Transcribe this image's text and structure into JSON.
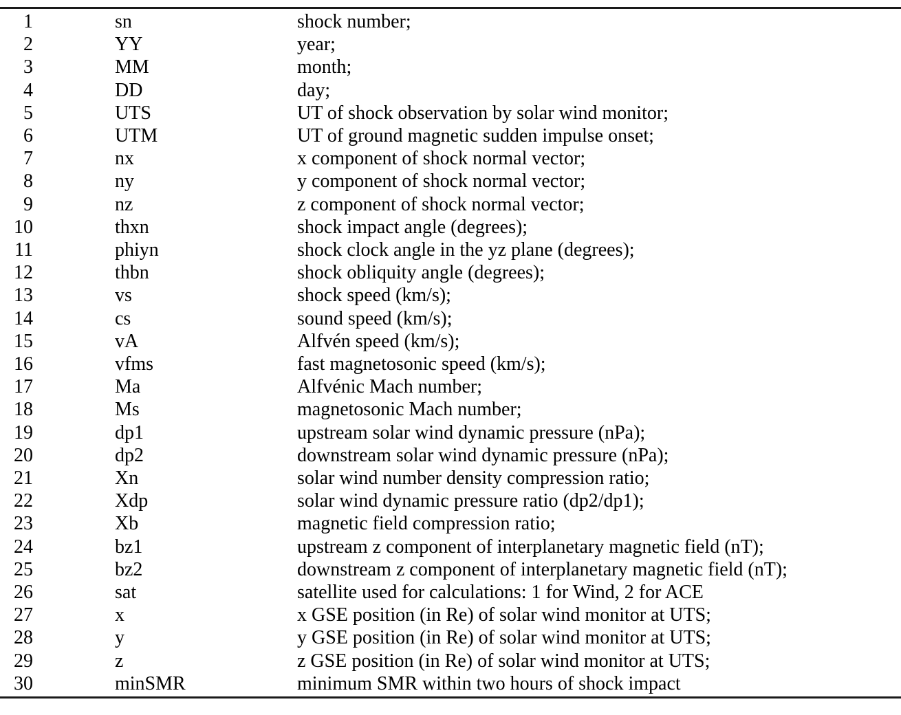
{
  "table": {
    "rows": [
      {
        "num": "1",
        "name": "sn",
        "desc": "shock number;"
      },
      {
        "num": "2",
        "name": "YY",
        "desc": "year;"
      },
      {
        "num": "3",
        "name": "MM",
        "desc": "month;"
      },
      {
        "num": "4",
        "name": "DD",
        "desc": "day;"
      },
      {
        "num": "5",
        "name": "UTS",
        "desc": "UT of shock observation by solar wind monitor;"
      },
      {
        "num": "6",
        "name": "UTM",
        "desc": "UT of ground magnetic sudden impulse onset;"
      },
      {
        "num": "7",
        "name": "nx",
        "desc": "x component of shock normal vector;"
      },
      {
        "num": "8",
        "name": "ny",
        "desc": "y component of shock normal vector;"
      },
      {
        "num": "9",
        "name": "nz",
        "desc": "z component of shock normal vector;"
      },
      {
        "num": "10",
        "name": "thxn",
        "desc": "shock impact angle (degrees);"
      },
      {
        "num": "11",
        "name": "phiyn",
        "desc": "shock clock angle in the yz plane (degrees);"
      },
      {
        "num": "12",
        "name": "thbn",
        "desc": "shock obliquity angle (degrees);"
      },
      {
        "num": "13",
        "name": "vs",
        "desc": "shock speed (km/s);"
      },
      {
        "num": "14",
        "name": "cs",
        "desc": "sound speed (km/s);"
      },
      {
        "num": "15",
        "name": "vA",
        "desc": "Alfvén speed (km/s);"
      },
      {
        "num": "16",
        "name": "vfms",
        "desc": "fast magnetosonic speed (km/s);"
      },
      {
        "num": "17",
        "name": "Ma",
        "desc": "Alfvénic Mach number;"
      },
      {
        "num": "18",
        "name": "Ms",
        "desc": "magnetosonic Mach number;"
      },
      {
        "num": "19",
        "name": "dp1",
        "desc": "upstream solar wind dynamic pressure (nPa);"
      },
      {
        "num": "20",
        "name": "dp2",
        "desc": "downstream solar wind dynamic pressure (nPa);"
      },
      {
        "num": "21",
        "name": "Xn",
        "desc": "solar wind number density compression ratio;"
      },
      {
        "num": "22",
        "name": "Xdp",
        "desc": "solar wind dynamic pressure ratio (dp2/dp1);"
      },
      {
        "num": "23",
        "name": "Xb",
        "desc": "magnetic field compression ratio;"
      },
      {
        "num": "24",
        "name": "bz1",
        "desc": "upstream z component of interplanetary magnetic field (nT);"
      },
      {
        "num": "25",
        "name": "bz2",
        "desc": "downstream z component of interplanetary magnetic field (nT);"
      },
      {
        "num": "26",
        "name": "sat",
        "desc": "satellite used for calculations: 1 for Wind, 2 for ACE"
      },
      {
        "num": "27",
        "name": "x",
        "desc": "x GSE position (in Re) of solar wind monitor at UTS;"
      },
      {
        "num": "28",
        "name": "y",
        "desc": "y GSE position (in Re) of solar wind monitor at UTS;"
      },
      {
        "num": "29",
        "name": "z",
        "desc": "z GSE position (in Re) of solar wind monitor at UTS;"
      },
      {
        "num": "30",
        "name": "minSMR",
        "desc": "minimum SMR within two hours of shock impact"
      }
    ]
  }
}
